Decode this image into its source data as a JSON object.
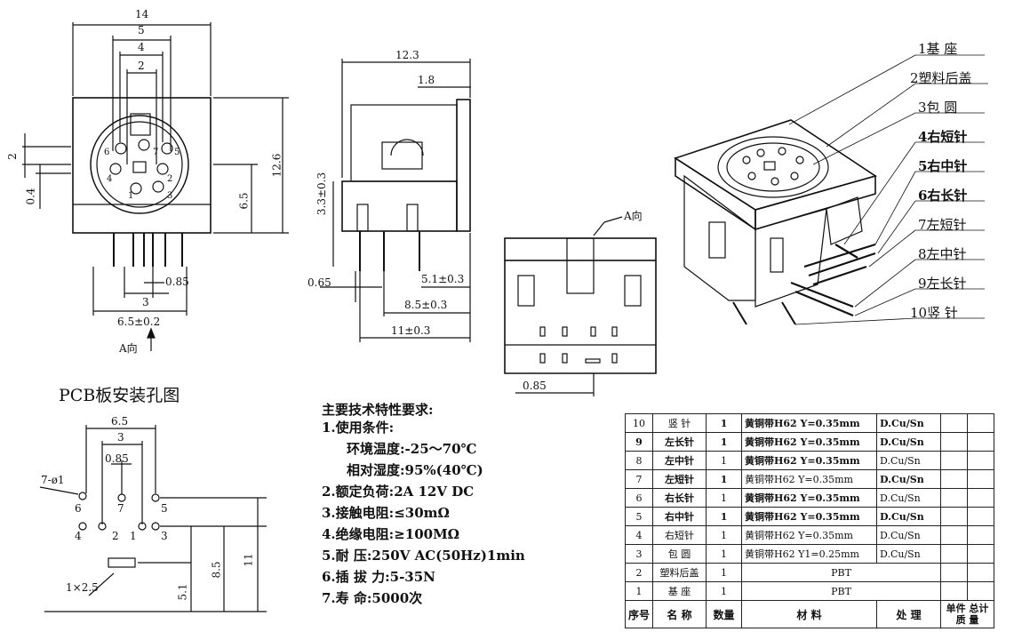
{
  "front_view": {
    "dims": {
      "d14": "14",
      "d5": "5",
      "d4": "4",
      "d2top": "2",
      "d2left": "2",
      "d04": "0.4",
      "d126": "12.6",
      "d65": "6.5",
      "d085": "0.85",
      "d3": "3",
      "d65tol": "6.5±0.2"
    },
    "pins": [
      "6",
      "7",
      "5",
      "4",
      "2",
      "1",
      "3"
    ],
    "a_dir": "A向"
  },
  "side_view": {
    "dims": {
      "d123": "12.3",
      "d18": "1.8",
      "d33": "3.3±0.3",
      "d065": "0.65",
      "d51": "5.1±0.3",
      "d85": "8.5±0.3",
      "d11": "11±0.3"
    }
  },
  "bottom_view": {
    "a_dir": "A向",
    "d085": "0.85"
  },
  "parts_labels": [
    "1基  座",
    "2塑料后盖",
    "3包  圆",
    "4右短针",
    "5右中针",
    "6右长针",
    "7左短针",
    "8左中针",
    "9左长针",
    "10竖  针"
  ],
  "pcb": {
    "title": "PCB板安装孔图",
    "dims": {
      "d65": "6.5",
      "d3": "3",
      "d085": "0.85",
      "hole": "7-ø1",
      "d25": "1×2.5",
      "d51": "5.1",
      "d85": "8.5",
      "d11": "11"
    },
    "pins": [
      "6",
      "7",
      "5",
      "4",
      "2",
      "1",
      "3"
    ]
  },
  "specs": {
    "title": "主要技术特性要求:",
    "lines": [
      "1.使用条件:",
      "环境温度:-25～70℃",
      "相对湿度:95%(40℃)",
      "2.额定负荷:2A 12V DC",
      "3.接触电阻:≤30mΩ",
      "4.绝缘电阻:≥100MΩ",
      "5.耐   压:250V AC(50Hz)1min",
      "6.插 拔 力:5-35N",
      "7.寿    命:5000次"
    ]
  },
  "bom": {
    "rows": [
      [
        "10",
        "竖 针",
        "1",
        "黄铜带H62 Y=0.35mm",
        "D.Cu/Sn"
      ],
      [
        "9",
        "左长针",
        "1",
        "黄铜带H62 Y=0.35mm",
        "D.Cu/Sn"
      ],
      [
        "8",
        "左中针",
        "1",
        "黄铜带H62 Y=0.35mm",
        "D.Cu/Sn"
      ],
      [
        "7",
        "左短针",
        "1",
        "黄铜带H62 Y=0.35mm",
        "D.Cu/Sn"
      ],
      [
        "6",
        "右长针",
        "1",
        "黄铜带H62 Y=0.35mm",
        "D.Cu/Sn"
      ],
      [
        "5",
        "右中针",
        "1",
        "黄铜带H62 Y=0.35mm",
        "D.Cu/Sn"
      ],
      [
        "4",
        "右短针",
        "1",
        "黄铜带H62 Y=0.35mm",
        "D.Cu/Sn"
      ],
      [
        "3",
        "包 圆",
        "1",
        "黄铜带H62 Y1=0.25mm",
        "D.Cu/Sn"
      ],
      [
        "2",
        "塑料后盖",
        "1",
        "PBT",
        ""
      ],
      [
        "1",
        "基 座",
        "1",
        "PBT",
        ""
      ]
    ],
    "header": [
      "序号",
      "名 称",
      "数量",
      "材 料",
      "处 理",
      "单件 总计",
      "质 量"
    ]
  }
}
